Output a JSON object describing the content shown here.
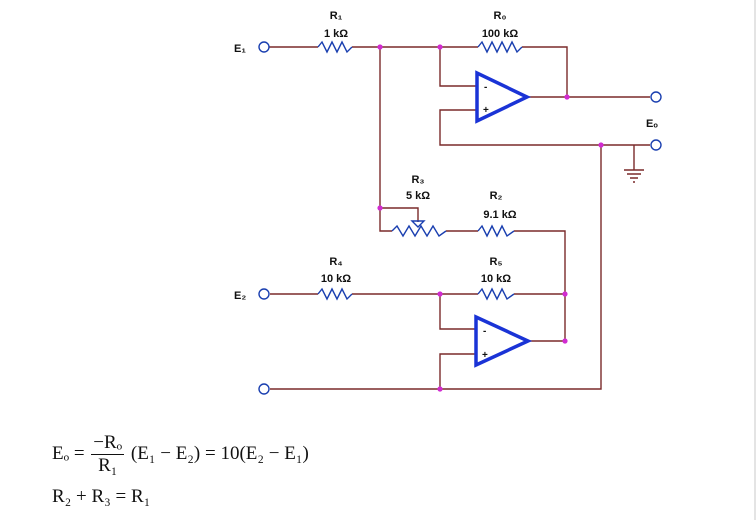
{
  "components": {
    "r1": {
      "name": "R₁",
      "value": "1 kΩ"
    },
    "r0": {
      "name": "R₀",
      "value": "100 kΩ"
    },
    "r3": {
      "name": "R₃",
      "value": "5 kΩ"
    },
    "r2": {
      "name": "R₂",
      "value": "9.1 kΩ"
    },
    "r4": {
      "name": "R₄",
      "value": "10 kΩ"
    },
    "r5": {
      "name": "R₅",
      "value": "10 kΩ"
    }
  },
  "terminals": {
    "e1": "E₁",
    "e2": "E₂",
    "eo": "Eₒ"
  },
  "opamp": {
    "minus": "-",
    "plus": "+"
  },
  "colors": {
    "wire": "#7a2a2a",
    "resistor": "#1a3fb0",
    "opamp": "#1a33d6",
    "junction": "#d12bd1"
  },
  "equations": {
    "line1": {
      "lhs": "Eₒ = ",
      "numerator": "−Rₒ",
      "denominator": "R₁",
      "rhs": "(E₁ − E₂) = 10(E₂ − E₁)"
    },
    "line2": "R₂ + R₃ = R₁"
  }
}
